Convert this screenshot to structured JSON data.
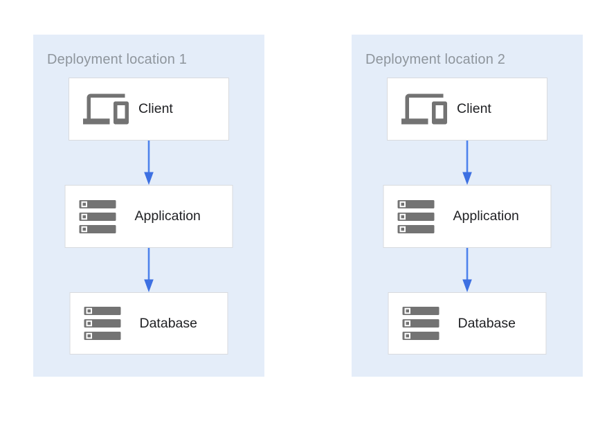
{
  "diagram": {
    "panels": [
      {
        "title": "Deployment location 1",
        "nodes": [
          {
            "label": "Client",
            "icon": "devices-icon"
          },
          {
            "label": "Application",
            "icon": "storage-icon"
          },
          {
            "label": "Database",
            "icon": "storage-icon"
          }
        ]
      },
      {
        "title": "Deployment location 2",
        "nodes": [
          {
            "label": "Client",
            "icon": "devices-icon"
          },
          {
            "label": "Application",
            "icon": "storage-icon"
          },
          {
            "label": "Database",
            "icon": "storage-icon"
          }
        ]
      }
    ],
    "connections": [
      {
        "from": "Client",
        "to": "Application",
        "style": "arrow-down"
      },
      {
        "from": "Application",
        "to": "Database",
        "style": "arrow-down"
      }
    ],
    "colors": {
      "panel_bg": "#e4edf9",
      "box_bg": "#ffffff",
      "box_border": "#d8dade",
      "icon_gray": "#737373",
      "label_text": "#202124",
      "title_text": "#8e959c",
      "arrow_line": "#4d82ec",
      "arrow_head": "#3d70e2"
    }
  }
}
